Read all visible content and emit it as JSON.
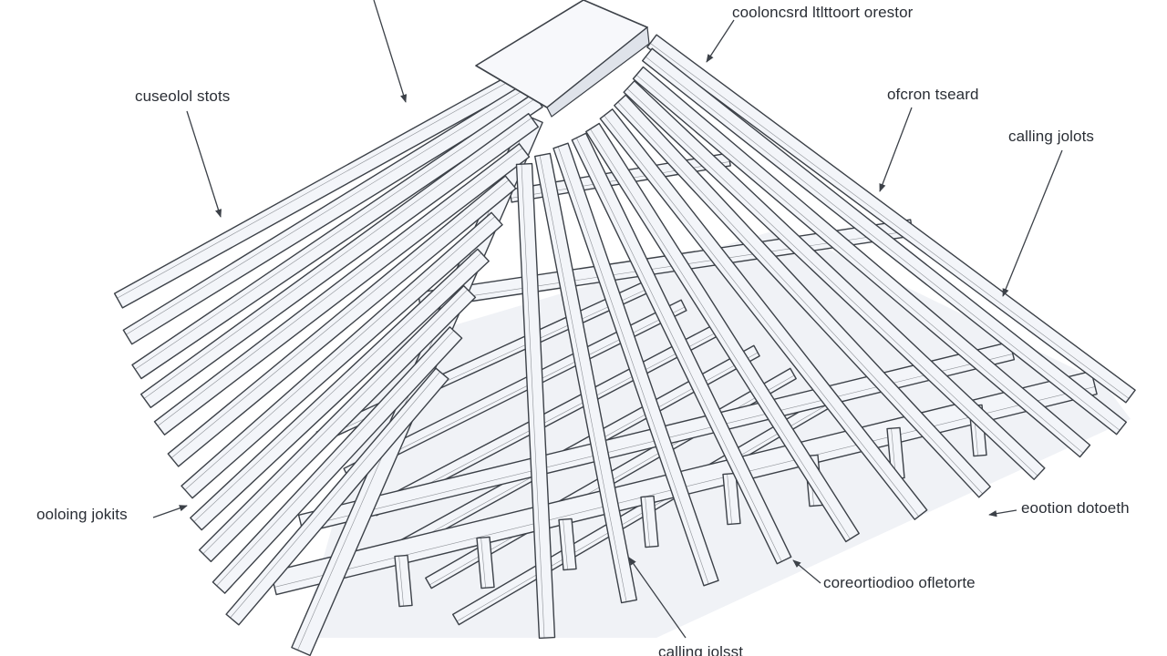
{
  "diagram": {
    "labels": {
      "top_right": "cooloncsrd ltlttoort orestor",
      "upper_left": "cuseolol stots",
      "right_1": "ofcron tseard",
      "right_2": "calling jolots",
      "left_lower": "ooloing jokits",
      "right_lower": "eootion dotoeth",
      "bottom_right": "coreortiodioo ofletorte",
      "bottom_center": "calling jolsst"
    },
    "colors": {
      "line": "#3c4148",
      "member_fill": "#f3f5f9",
      "shadow_fill": "#e4e8ef",
      "paper": "#ffffff",
      "text": "#2a2e35"
    }
  }
}
